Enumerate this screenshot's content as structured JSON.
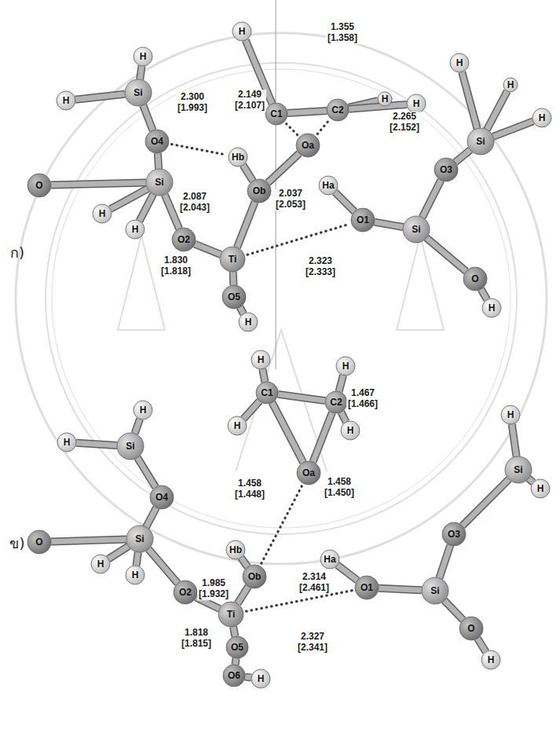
{
  "diagram": {
    "nodes": [
      {
        "text": [
          "H"
        ]
      },
      {
        "text": [
          "H"
        ]
      },
      {
        "text": [
          "Si"
        ]
      },
      {
        "text": [
          "O4"
        ]
      },
      {
        "text": [
          "Si"
        ]
      },
      {
        "text": [
          "O"
        ]
      },
      {
        "text": [
          "H"
        ]
      },
      {
        "text": [
          "H"
        ]
      },
      {
        "text": [
          "O2"
        ]
      },
      {
        "text": [
          "Ti"
        ]
      },
      {
        "text": [
          "O5"
        ]
      },
      {
        "text": [
          "H"
        ]
      },
      {
        "text": [
          "Hb"
        ]
      },
      {
        "text": [
          "Ob"
        ]
      },
      {
        "text": [
          "Oa"
        ]
      },
      {
        "text": [
          "H"
        ]
      },
      {
        "text": [
          "C1"
        ]
      },
      {
        "text": [
          "C2"
        ]
      },
      {
        "text": [
          "H"
        ]
      },
      {
        "text": [
          "H"
        ]
      },
      {
        "text": [
          "Ha"
        ]
      },
      {
        "text": [
          "O1"
        ]
      },
      {
        "text": [
          "Si"
        ]
      },
      {
        "text": [
          "O3"
        ]
      },
      {
        "text": [
          "Si"
        ]
      },
      {
        "text": [
          "H"
        ]
      },
      {
        "text": [
          "H"
        ]
      },
      {
        "text": [
          "H"
        ]
      },
      {
        "text": [
          "O"
        ]
      },
      {
        "text": [
          "H"
        ]
      },
      {
        "text": [
          "H"
        ]
      },
      {
        "text": [
          "C1"
        ]
      },
      {
        "text": [
          "H"
        ]
      },
      {
        "text": [
          "H"
        ]
      },
      {
        "text": [
          "C2"
        ]
      },
      {
        "text": [
          "H"
        ]
      },
      {
        "text": [
          "Oa"
        ]
      },
      {
        "text": [
          "H"
        ]
      },
      {
        "text": [
          "Si"
        ]
      },
      {
        "text": [
          "H"
        ]
      },
      {
        "text": [
          "O4"
        ]
      },
      {
        "text": [
          "Si"
        ]
      },
      {
        "text": [
          "O"
        ]
      },
      {
        "text": [
          "H"
        ]
      },
      {
        "text": [
          "H"
        ]
      },
      {
        "text": [
          "O2"
        ]
      },
      {
        "text": [
          "Ti"
        ]
      },
      {
        "text": [
          "O5"
        ]
      },
      {
        "text": [
          "O6"
        ]
      },
      {
        "text": [
          "H"
        ]
      },
      {
        "text": [
          "Hb"
        ]
      },
      {
        "text": [
          "Ob"
        ]
      },
      {
        "text": [
          "Ha"
        ]
      },
      {
        "text": [
          "O1"
        ]
      },
      {
        "text": [
          "Si"
        ]
      },
      {
        "text": [
          "O3"
        ]
      },
      {
        "text": [
          "Si"
        ]
      },
      {
        "text": [
          "H"
        ]
      },
      {
        "text": [
          "H"
        ]
      },
      {
        "text": [
          "O"
        ]
      },
      {
        "text": [
          "H"
        ]
      }
    ],
    "edges": [
      {
        "from": 0,
        "to": 2,
        "arrow": "none"
      },
      {
        "from": 1,
        "to": 2,
        "arrow": "none"
      },
      {
        "from": 2,
        "to": 3,
        "arrow": "none"
      },
      {
        "from": 3,
        "to": 4,
        "arrow": "none"
      },
      {
        "from": 4,
        "to": 5,
        "arrow": "none"
      },
      {
        "from": 4,
        "to": 6,
        "arrow": "none"
      },
      {
        "from": 4,
        "to": 7,
        "arrow": "none"
      },
      {
        "from": 4,
        "to": 8,
        "arrow": "none"
      },
      {
        "from": 8,
        "to": 9,
        "arrow": "none"
      },
      {
        "from": 9,
        "to": 10,
        "arrow": "none"
      },
      {
        "from": 10,
        "to": 11,
        "arrow": "none"
      },
      {
        "from": 9,
        "to": 13,
        "arrow": "none"
      },
      {
        "from": 13,
        "to": 12,
        "arrow": "none"
      },
      {
        "from": 13,
        "to": 14,
        "arrow": "none"
      },
      {
        "from": 15,
        "to": 16,
        "arrow": "none"
      },
      {
        "from": 16,
        "to": 17,
        "arrow": "none"
      },
      {
        "from": 17,
        "to": 18,
        "arrow": "none"
      },
      {
        "from": 17,
        "to": 19,
        "arrow": "none"
      },
      {
        "from": 21,
        "to": 20,
        "arrow": "none"
      },
      {
        "from": 21,
        "to": 22,
        "arrow": "none"
      },
      {
        "from": 22,
        "to": 23,
        "arrow": "none"
      },
      {
        "from": 23,
        "to": 24,
        "arrow": "none"
      },
      {
        "from": 24,
        "to": 25,
        "arrow": "none"
      },
      {
        "from": 24,
        "to": 26,
        "arrow": "none"
      },
      {
        "from": 24,
        "to": 27,
        "arrow": "none"
      },
      {
        "from": 22,
        "to": 28,
        "arrow": "none"
      },
      {
        "from": 28,
        "to": 29,
        "arrow": "none"
      },
      {
        "from": 3,
        "to": 12,
        "arrow": "none"
      },
      {
        "from": 14,
        "to": 16,
        "arrow": "none"
      },
      {
        "from": 14,
        "to": 17,
        "arrow": "none"
      },
      {
        "from": 9,
        "to": 21,
        "arrow": "none"
      },
      {
        "from": 30,
        "to": 31,
        "arrow": "none"
      },
      {
        "from": 31,
        "to": 32,
        "arrow": "none"
      },
      {
        "from": 31,
        "to": 34,
        "arrow": "none"
      },
      {
        "from": 33,
        "to": 34,
        "arrow": "none"
      },
      {
        "from": 34,
        "to": 35,
        "arrow": "none"
      },
      {
        "from": 31,
        "to": 36,
        "arrow": "none"
      },
      {
        "from": 34,
        "to": 36,
        "arrow": "none"
      },
      {
        "from": 37,
        "to": 38,
        "arrow": "none"
      },
      {
        "from": 39,
        "to": 38,
        "arrow": "none"
      },
      {
        "from": 38,
        "to": 40,
        "arrow": "none"
      },
      {
        "from": 40,
        "to": 41,
        "arrow": "none"
      },
      {
        "from": 41,
        "to": 42,
        "arrow": "none"
      },
      {
        "from": 41,
        "to": 43,
        "arrow": "none"
      },
      {
        "from": 41,
        "to": 44,
        "arrow": "none"
      },
      {
        "from": 41,
        "to": 45,
        "arrow": "none"
      },
      {
        "from": 45,
        "to": 46,
        "arrow": "none"
      },
      {
        "from": 46,
        "to": 47,
        "arrow": "none"
      },
      {
        "from": 47,
        "to": 48,
        "arrow": "none"
      },
      {
        "from": 48,
        "to": 49,
        "arrow": "none"
      },
      {
        "from": 46,
        "to": 51,
        "arrow": "none"
      },
      {
        "from": 51,
        "to": 50,
        "arrow": "none"
      },
      {
        "from": 53,
        "to": 52,
        "arrow": "none"
      },
      {
        "from": 53,
        "to": 54,
        "arrow": "none"
      },
      {
        "from": 54,
        "to": 55,
        "arrow": "none"
      },
      {
        "from": 55,
        "to": 56,
        "arrow": "none"
      },
      {
        "from": 56,
        "to": 57,
        "arrow": "none"
      },
      {
        "from": 56,
        "to": 58,
        "arrow": "none"
      },
      {
        "from": 54,
        "to": 59,
        "arrow": "none"
      },
      {
        "from": 59,
        "to": 60,
        "arrow": "none"
      },
      {
        "from": 36,
        "to": 51,
        "arrow": "none"
      },
      {
        "from": 46,
        "to": 53,
        "arrow": "none"
      }
    ],
    "labels": [
      "1.355 [1.358]",
      "2.300 [1.993]",
      "2.149 [2.107]",
      "2.265 [2.152]",
      "2.087 [2.043]",
      "2.037 [2.053]",
      "1.830 [1.818]",
      "2.323 [2.333]",
      "ก)",
      "1.467 [1.466]",
      "1.458 [1.448]",
      "1.458 [1.450]",
      "1.985 [1.932]",
      "2.314 [2.461]",
      "1.818 [1.815]",
      "2.327 [2.341]",
      "ข)"
    ]
  }
}
